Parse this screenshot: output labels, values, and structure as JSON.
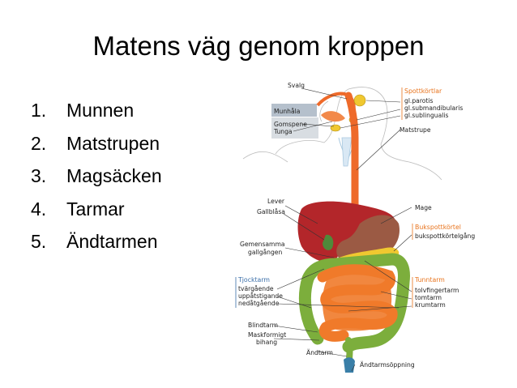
{
  "slide": {
    "title": "Matens väg genom kroppen",
    "items": [
      {
        "num": "1.",
        "text": "Munnen"
      },
      {
        "num": "2.",
        "text": "Matstrupen"
      },
      {
        "num": "3.",
        "text": "Magsäcken"
      },
      {
        "num": "4.",
        "text": "Tarmar"
      },
      {
        "num": "5.",
        "text": "Ändtarmen"
      }
    ]
  },
  "diagram": {
    "labels": {
      "svalg": "Svalg",
      "munhala": "Munhåla",
      "gomspene": "Gomspene",
      "tunga": "Tunga",
      "spottkortlar": "Spottkörtlar",
      "gl_parotis": "gl.parotis",
      "gl_submandibularis": "gl.submandibularis",
      "gl_sublingualis": "gl.sublingualis",
      "matstrupe": "Matstrupe",
      "lever": "Lever",
      "gallblasa": "Gallblåsa",
      "mage": "Mage",
      "bukspottkortel": "Bukspottkörtel",
      "bukspottkortelgang": "bukspottkörtelgång",
      "gemensamma": "Gemensamma",
      "gallgangen": "gallgången",
      "tjocktarm": "Tjocktarm",
      "tvargaende": "tvärgående",
      "uppatstigande": "uppåtstigande",
      "nedatgaende": "nedåtgående",
      "tunntarm": "Tunntarm",
      "tolvfingertarm": "tolvfingertarm",
      "tomtarm": "tomtarm",
      "krumtarm": "krumtarm",
      "blindtarm": "Blindtarm",
      "maskformigt": "Maskformigt",
      "bihang": "bihang",
      "andtarm": "Ändtarm",
      "andtarmsoppning": "Ändtarmsöppning"
    },
    "colors": {
      "esophagus": "#ee6a2a",
      "liver": "#b3262a",
      "stomach": "#9b5a44",
      "small_intestine": "#f07a2a",
      "large_intestine": "#7cae3c",
      "gland": "#f0c830",
      "anus": "#3a7fa8",
      "header_orange": "#e8731c",
      "header_blue": "#3a6ea8"
    }
  }
}
